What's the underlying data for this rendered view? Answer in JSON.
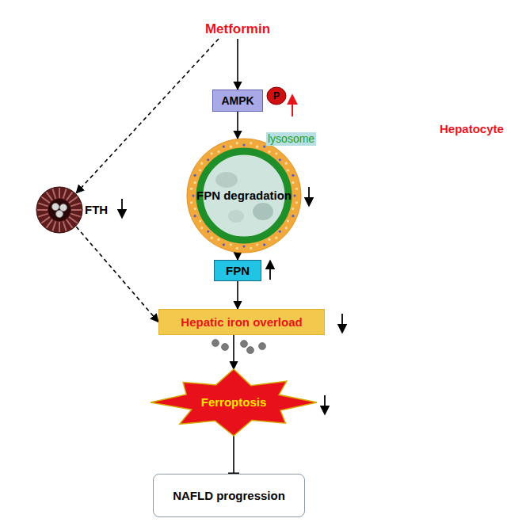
{
  "diagram": {
    "nodes": [
      {
        "text": [
          "Hepatocyte"
        ]
      },
      {
        "text": [
          "Metformin"
        ]
      },
      {
        "text": [
          "AMPK"
        ],
        "in": 0
      },
      {
        "text": [
          "lysosome",
          "FPN degradation"
        ],
        "in": 0
      },
      {
        "text": [
          "FPN"
        ],
        "in": 0
      },
      {
        "text": [
          "Hepatic iron overload"
        ],
        "in": 0
      },
      {
        "text": [
          "FTH"
        ],
        "in": 0
      },
      {
        "text": [
          "Ferroptosis"
        ]
      },
      {
        "text": [
          "NAFLD progression"
        ]
      }
    ],
    "edges": [
      {
        "from": 1,
        "to": 2,
        "arrow": "to"
      },
      {
        "from": 1,
        "to": 6,
        "arrow": "to"
      },
      {
        "from": 2,
        "to": 3,
        "arrow": "to"
      },
      {
        "from": 3,
        "to": 4,
        "arrow": "to"
      },
      {
        "from": 4,
        "to": 5,
        "arrow": "to"
      },
      {
        "from": 6,
        "to": 5,
        "arrow": "to"
      },
      {
        "from": 5,
        "to": 7,
        "arrow": "to"
      },
      {
        "from": 7,
        "to": 8,
        "arrow": "to"
      }
    ],
    "labels": [
      "P"
    ]
  }
}
